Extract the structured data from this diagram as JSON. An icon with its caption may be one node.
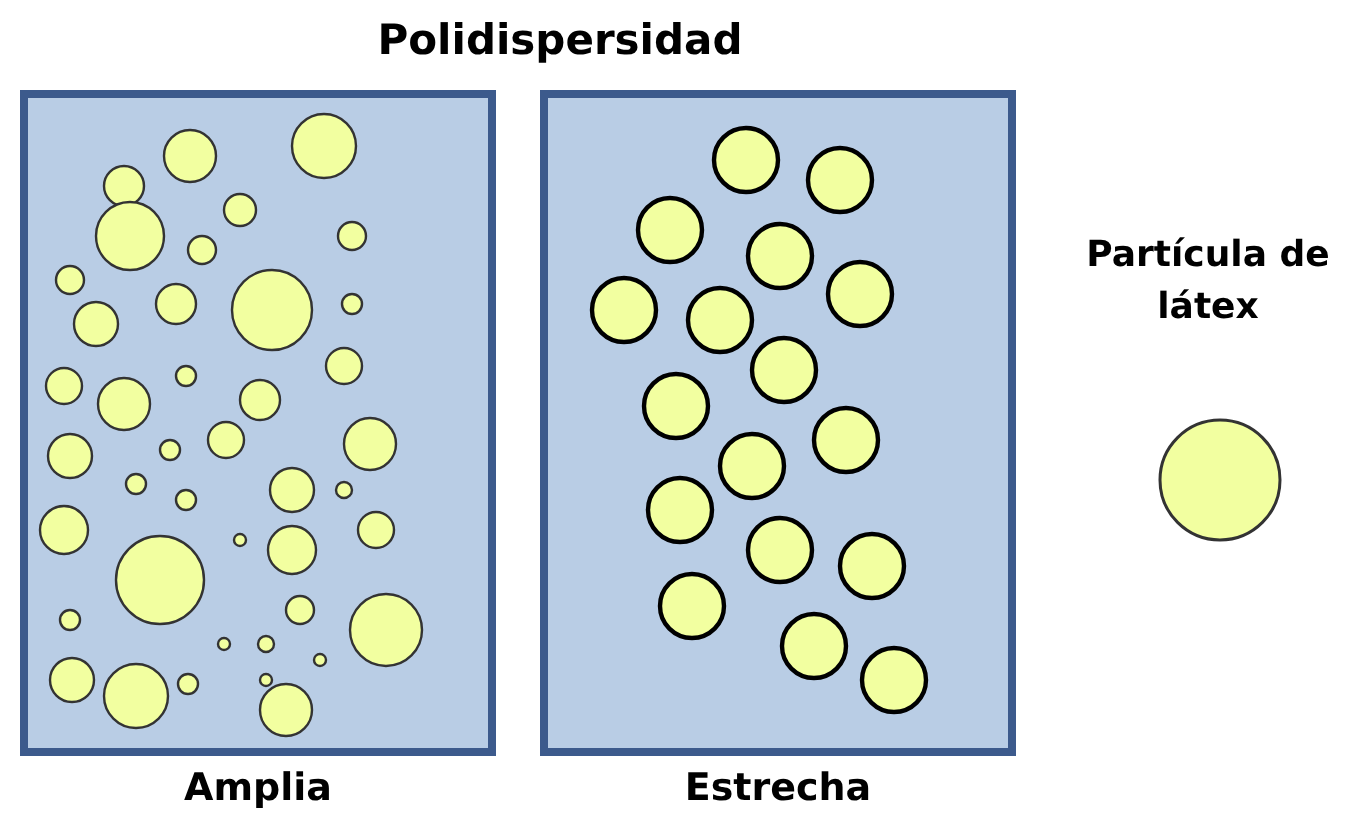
{
  "diagram": {
    "title": "Polidispersidad",
    "nodes": [
      {
        "text": [
          "Amplia"
        ]
      },
      {
        "text": [
          "Estrecha"
        ]
      }
    ],
    "legend": [
      {
        "text": "Partícula de látex"
      }
    ]
  }
}
